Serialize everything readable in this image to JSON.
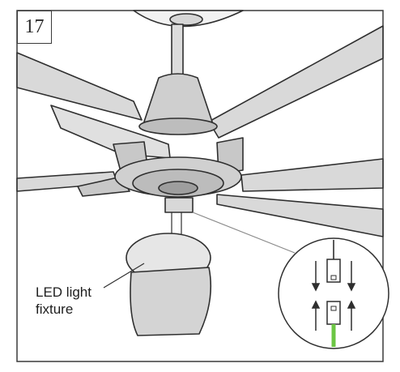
{
  "step_number": "17",
  "callout_label": {
    "line1": "LED light",
    "line2": "fixture"
  },
  "colors": {
    "outline": "#2f2f2f",
    "blade_fill": "#d9d9d9",
    "body_fill": "#cfcfcf",
    "bowl_fill": "#e6e6e6",
    "shade_fill": "#d4d4d4",
    "leader": "#8a8a8a",
    "ground_wire": "#6cc644"
  }
}
